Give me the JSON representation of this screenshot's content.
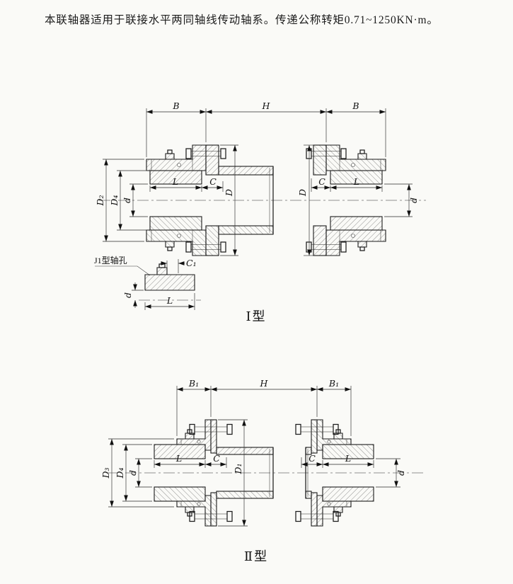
{
  "header": {
    "text": "本联轴器适用于联接水平两同轴线传动轴系。传递公称转矩0.71~1250KN·m。"
  },
  "fig1": {
    "caption": "Ⅰ型",
    "dim": {
      "b_left": "B",
      "h": "H",
      "b_right": "B",
      "d2": "D₂",
      "d4": "D₄",
      "d_left": "d",
      "d_right": "d",
      "l_left": "L",
      "c_left": "C",
      "flange_d_left": "D",
      "flange_d_right": "D",
      "c_right": "C",
      "l_right": "L"
    },
    "detail": {
      "title": "J1型轴孔",
      "c1": "C₁",
      "d": "d",
      "l": "L"
    }
  },
  "fig2": {
    "caption": "Ⅱ型",
    "dim": {
      "b1_left": "B₁",
      "h": "H",
      "b1_right": "B₁",
      "d3": "D₃",
      "d4": "D₄",
      "d_left": "d",
      "d_right": "d",
      "l_left": "L",
      "c_left": "C",
      "d1": "D₁",
      "c_right": "C",
      "l_right": "L"
    }
  }
}
